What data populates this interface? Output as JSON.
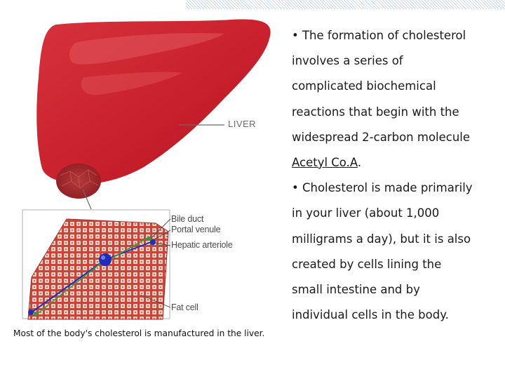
{
  "callouts": {
    "liver": "LIVER",
    "bile_duct": "Bile duct",
    "portal_venule": "Portal venule",
    "hepatic_arteriole": "Hepatic arteriole",
    "fat_cell": "Fat cell"
  },
  "text": {
    "p1_l1": "• The formation of cholesterol",
    "p1_l2": "involves a series of",
    "p1_l3": "complicated biochemical",
    "p1_l4": "reactions that begin with the",
    "p1_l5": "widespread 2-carbon molecule",
    "p1_l6_link": "Acetyl Co.A",
    "p1_l6_end": ".",
    "p2_l1": "• Cholesterol is made primarily",
    "p2_l2": "in your liver (about 1,000",
    "p2_l3": "milligrams a day), but it is also",
    "p2_l4": "created by cells lining the",
    "p2_l5": "small intestine and by",
    "p2_l6": "individual cells in the body."
  },
  "caption": "Most of the body's cholesterol is manufactured in the liver.",
  "colors": {
    "liver_red": "#c9222e",
    "tissue_red": "#c8403a",
    "vessel_blue": "#1d2fb8",
    "vessel_green": "#3a9a3a"
  }
}
